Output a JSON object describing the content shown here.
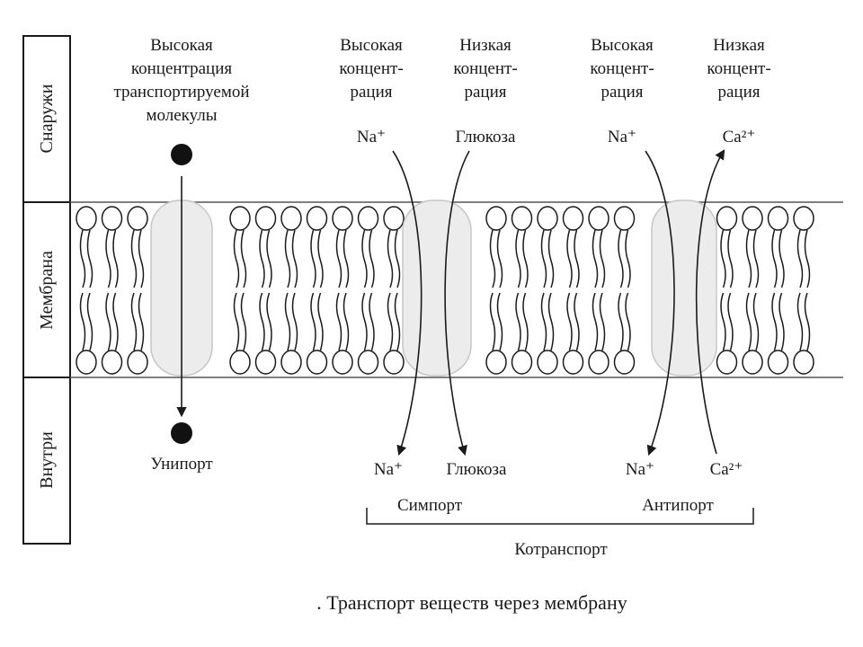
{
  "side_labels": {
    "outside": "Снаружи",
    "membrane": "Мембрана",
    "inside": "Внутри"
  },
  "uniport": {
    "top_line1": "Высокая",
    "top_line2": "концентрация",
    "top_line3": "транспортируемой",
    "top_line4": "молекулы",
    "bottom": "Унипорт"
  },
  "symport": {
    "na_top_line1": "Высокая",
    "na_top_line2": "концент-",
    "na_top_line3": "рация",
    "na_top_ion": "Na⁺",
    "glu_top_line1": "Низкая",
    "glu_top_line2": "концент-",
    "glu_top_line3": "рация",
    "glu_top_mol": "Глюкоза",
    "na_bottom": "Na⁺",
    "glu_bottom": "Глюкоза",
    "label": "Симпорт"
  },
  "antiport": {
    "na_top_line1": "Высокая",
    "na_top_line2": "концент-",
    "na_top_line3": "рация",
    "na_top_ion": "Na⁺",
    "ca_top_line1": "Низкая",
    "ca_top_line2": "концент-",
    "ca_top_line3": "рация",
    "ca_top_ion": "Ca²⁺",
    "na_bottom": "Na⁺",
    "ca_bottom": "Ca²⁺",
    "label": "Антипорт"
  },
  "cotransport_label": "Котранспорт",
  "caption": ". Транспорт веществ через мембрану"
}
